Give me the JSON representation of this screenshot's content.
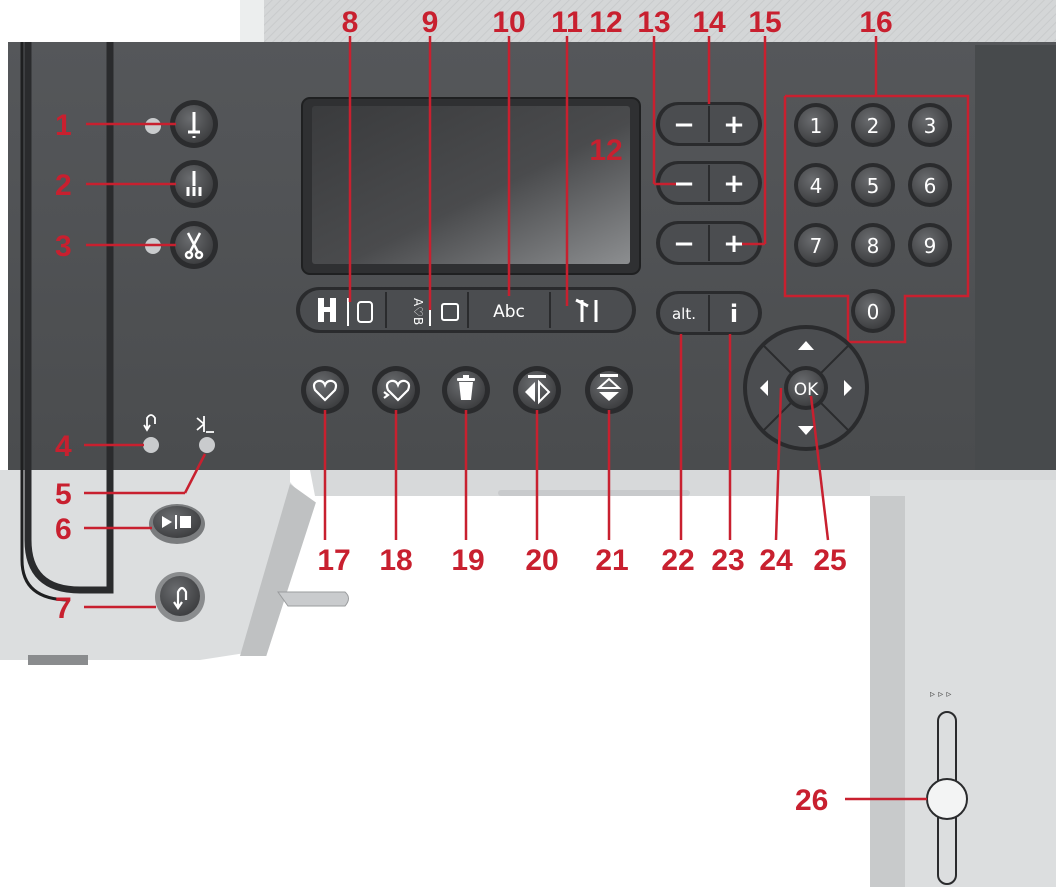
{
  "colors": {
    "callout_red": "#c8202f",
    "panel_dark": "#4f5153",
    "panel_darker": "#3f4143",
    "panel_light": "#dfe1e2",
    "button_face": "#5b5d60",
    "button_rim": "#2d2e30",
    "led": "#c9cbcd"
  },
  "callouts": [
    "1",
    "2",
    "3",
    "4",
    "5",
    "6",
    "7",
    "8",
    "9",
    "10",
    "11",
    "12",
    "13",
    "14",
    "15",
    "16",
    "17",
    "18",
    "19",
    "20",
    "21",
    "22",
    "23",
    "24",
    "25",
    "26"
  ],
  "keypad": [
    "1",
    "2",
    "3",
    "4",
    "5",
    "6",
    "7",
    "8",
    "9",
    "0"
  ],
  "buttons": {
    "alt_label": "alt.",
    "info_label": "i",
    "ok_label": "OK",
    "font_label": "Abc",
    "alpha_label": "A♡B",
    "minus": "−",
    "plus": "+"
  },
  "icons": {
    "needle_stop": "needle-up-down-icon",
    "presser_foot": "presser-foot-icon",
    "thread_cut": "scissors-icon",
    "reverse": "reverse-icon",
    "start_stop": "start-stop-icon",
    "favorite": "heart-icon",
    "delete": "trash-icon",
    "mirror_side": "mirror-side-icon",
    "mirror_end": "mirror-end-icon"
  }
}
